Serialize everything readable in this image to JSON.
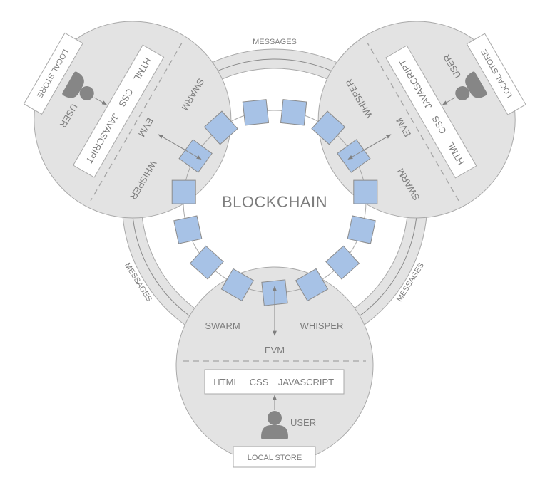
{
  "diagram": {
    "center_label": "BLOCKCHAIN",
    "block_count": 15,
    "messages_label": "MESSAGES",
    "node": {
      "swarm": "SWARM",
      "whisper": "WHISPER",
      "evm": "EVM",
      "tech_stack": [
        "HTML",
        "CSS",
        "JAVASCRIPT"
      ],
      "user": "USER",
      "local_store": "LOCAL STORE"
    },
    "nodes": [
      {
        "id": "bottom"
      },
      {
        "id": "top-left"
      },
      {
        "id": "top-right"
      }
    ],
    "colors": {
      "node_fill": "#e3e3e3",
      "block_fill": "#a7c2e6",
      "text": "#7d7d7d",
      "user_icon": "#868686"
    }
  }
}
